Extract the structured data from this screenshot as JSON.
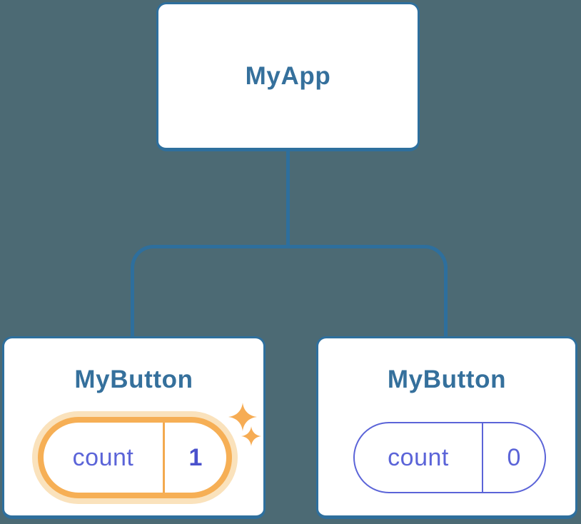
{
  "diagram": {
    "root": {
      "label": "MyApp"
    },
    "children": [
      {
        "label": "MyButton",
        "state": {
          "key": "count",
          "value": "1"
        },
        "highlighted": true
      },
      {
        "label": "MyButton",
        "state": {
          "key": "count",
          "value": "0"
        },
        "highlighted": false
      }
    ]
  },
  "colors": {
    "background": "#4C6A74",
    "card_border": "#2E6F9D",
    "card_fill": "#FFFFFF",
    "title_text": "#35709C",
    "state_text": "#5B64D8",
    "state_value_highlight": "#4A51CC",
    "highlight_border": "#F6AF55",
    "highlight_glow": "#FAE2BC",
    "sparkle": "#F6AC54"
  },
  "icons": {
    "sparkles": "four-pointed-star-sparkles"
  }
}
